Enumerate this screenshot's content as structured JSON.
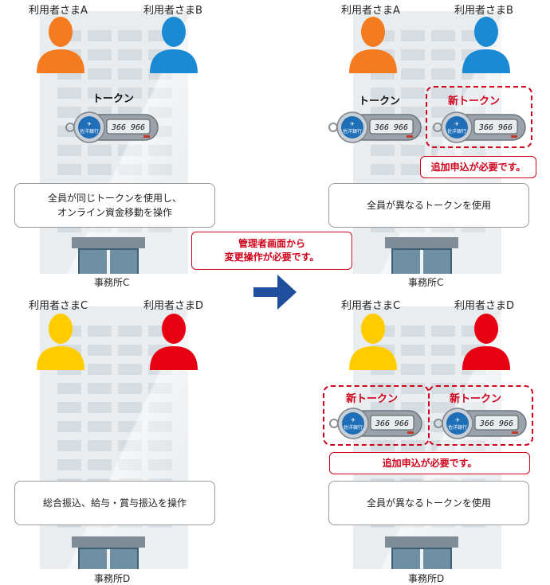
{
  "left_top": {
    "user_a": "利用者さまA",
    "user_b": "利用者さまB",
    "token_label": "トークン",
    "note_line1": "全員が同じトークンを使用し、",
    "note_line2": "オンライン資金移動を操作",
    "office": "事務所C"
  },
  "left_bottom": {
    "user_c": "利用者さまC",
    "user_d": "利用者さまD",
    "note": "総合振込、給与・賞与振込を操作",
    "office": "事務所D"
  },
  "center": {
    "admin_line1": "管理者画面から",
    "admin_line2": "変更操作が必要です。"
  },
  "right_top": {
    "user_a": "利用者さまA",
    "user_b": "利用者さまB",
    "token_label": "トークン",
    "new_token": "新トークン",
    "additional": "追加申込が必要です。",
    "note": "全員が異なるトークンを使用",
    "office": "事務所C"
  },
  "right_bottom": {
    "user_c": "利用者さまC",
    "user_d": "利用者さまD",
    "new_token_1": "新トークン",
    "new_token_2": "新トークン",
    "additional": "追加申込が必要です。",
    "note": "全員が異なるトークンを使用",
    "office": "事務所D"
  },
  "token_device": {
    "bank_name": "佐洋銀行",
    "display": "366 966"
  },
  "colors": {
    "user_a": "#f47b20",
    "user_b": "#1a8ad4",
    "user_c": "#ffcc00",
    "user_d": "#e60012",
    "accent_red": "#d0021b",
    "arrow": "#1f4e9c"
  }
}
